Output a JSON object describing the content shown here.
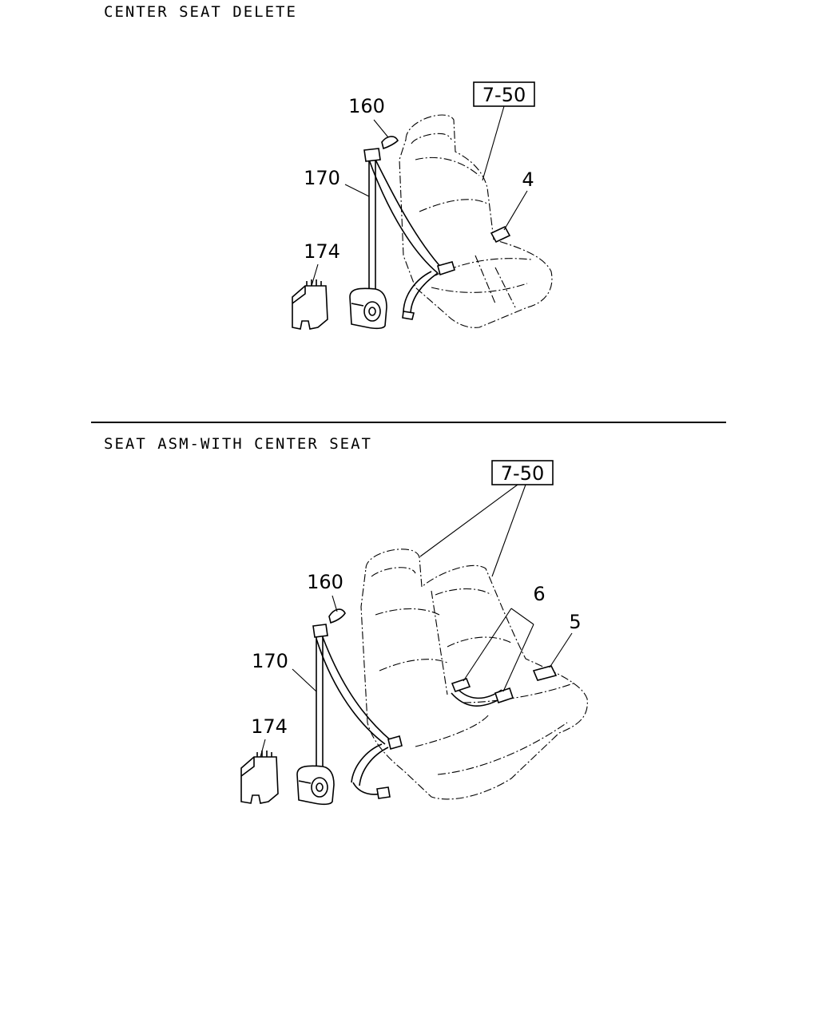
{
  "sections": [
    {
      "title": "CENTER SEAT DELETE",
      "callouts": {
        "ref_box": "7-50",
        "p160": "160",
        "p170": "170",
        "p174": "174",
        "p4": "4"
      }
    },
    {
      "title": "SEAT ASM-WITH CENTER SEAT",
      "callouts": {
        "ref_box": "7-50",
        "p160": "160",
        "p170": "170",
        "p174": "174",
        "p6": "6",
        "p5": "5"
      }
    }
  ]
}
